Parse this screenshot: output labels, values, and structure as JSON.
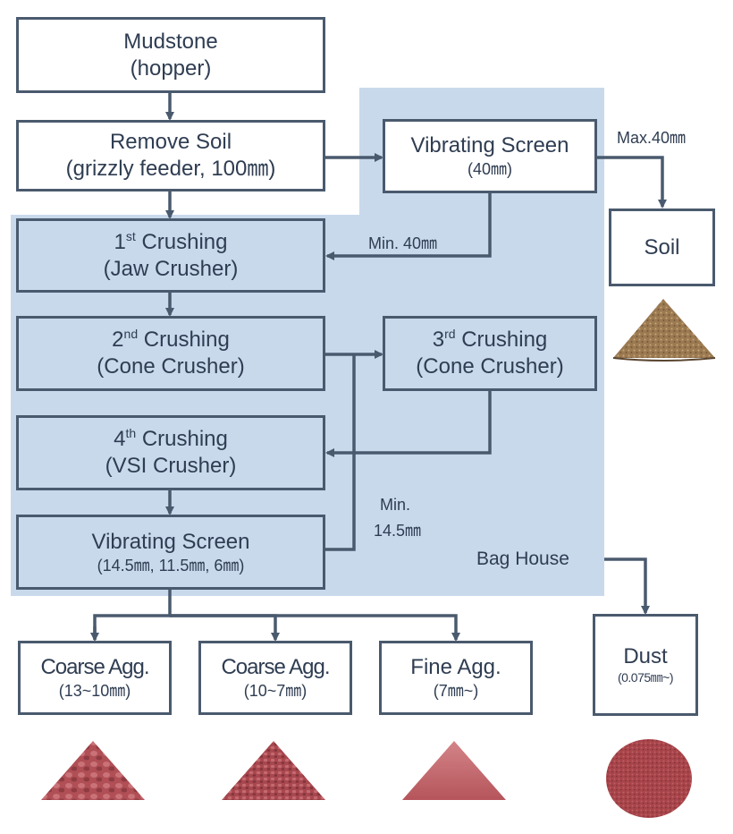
{
  "nodes": {
    "mudstone": {
      "line1": "Mudstone",
      "line2": "(hopper)"
    },
    "remove_soil": {
      "line1": "Remove Soil",
      "line2": "(grizzly feeder, 100㎜)"
    },
    "vib_screen_top": {
      "line1": "Vibrating Screen",
      "line2": "(40㎜)"
    },
    "soil": {
      "line1": "Soil"
    },
    "crush1": {
      "num": "1",
      "sup": "st",
      "title": "Crushing",
      "line2": "(Jaw Crusher)"
    },
    "crush2": {
      "num": "2",
      "sup": "nd",
      "title": "Crushing",
      "line2": "(Cone Crusher)"
    },
    "crush3": {
      "num": "3",
      "sup": "rd",
      "title": "Crushing",
      "line2": "(Cone Crusher)"
    },
    "crush4": {
      "num": "4",
      "sup": "th",
      "title": "Crushing",
      "line2": "(VSI Crusher)"
    },
    "vib_screen_bottom": {
      "line1": "Vibrating Screen",
      "line2": "(14.5㎜, 11.5㎜, 6㎜)"
    },
    "coarse1": {
      "line1": "Coarse Agg.",
      "line2": "(13~10㎜)"
    },
    "coarse2": {
      "line1": "Coarse Agg.",
      "line2": "(10~7㎜)"
    },
    "fine": {
      "line1": "Fine Agg.",
      "line2": "(7㎜~)"
    },
    "dust": {
      "line1": "Dust",
      "line2": "(0.075㎜~)"
    }
  },
  "labels": {
    "max40": "Max.40㎜",
    "min40": "Min. 40㎜",
    "min145_a": "Min.",
    "min145_b": "14.5㎜",
    "bag_house": "Bag House"
  },
  "colors": {
    "region": "#c9d9ec",
    "border": "#4a5a6e",
    "soil_pile": "#9b7a52",
    "agg_pile": "#b04f55",
    "dust": "#a8454a"
  }
}
